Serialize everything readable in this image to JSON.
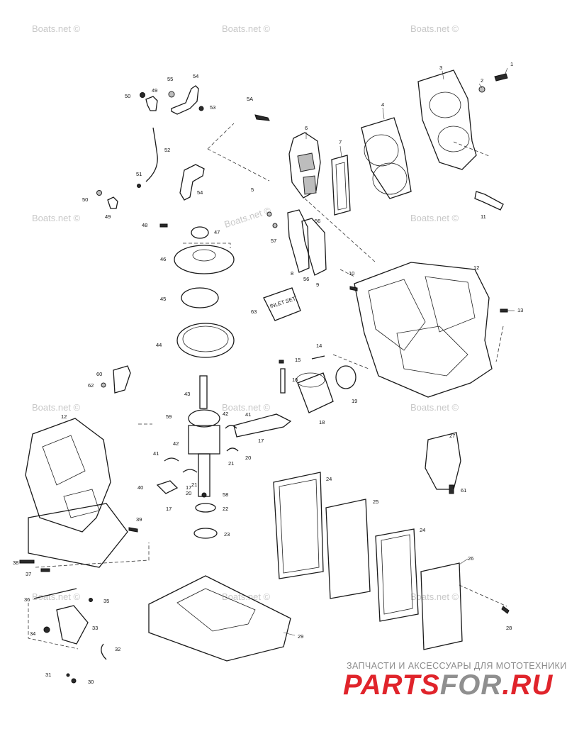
{
  "watermark": "Boats.net ©",
  "labels": [
    "1",
    "2",
    "3",
    "4",
    "5",
    "6",
    "7",
    "8",
    "9",
    "10",
    "11",
    "12",
    "12",
    "13",
    "14",
    "15",
    "16",
    "17",
    "17",
    "17",
    "18",
    "19",
    "20",
    "20",
    "21",
    "21",
    "22",
    "23",
    "24",
    "24",
    "25",
    "26",
    "27",
    "28",
    "29",
    "30",
    "31",
    "32",
    "33",
    "34",
    "35",
    "36",
    "37",
    "38",
    "39",
    "40",
    "41",
    "41",
    "42",
    "42",
    "43",
    "44",
    "45",
    "46",
    "47",
    "48",
    "49",
    "49",
    "50",
    "50",
    "51",
    "52",
    "53",
    "54",
    "54",
    "55",
    "56",
    "56",
    "57",
    "58",
    "59",
    "60",
    "61",
    "62",
    "63",
    "5A"
  ],
  "inset_label": "INLET SET",
  "logo": {
    "subtitle": "ЗАПЧАСТИ И АКСЕССУАРЫ ДЛЯ МОТОТЕХНИКИ",
    "part1": "PARTS",
    "part2": "FOR",
    "part3": ".RU"
  }
}
